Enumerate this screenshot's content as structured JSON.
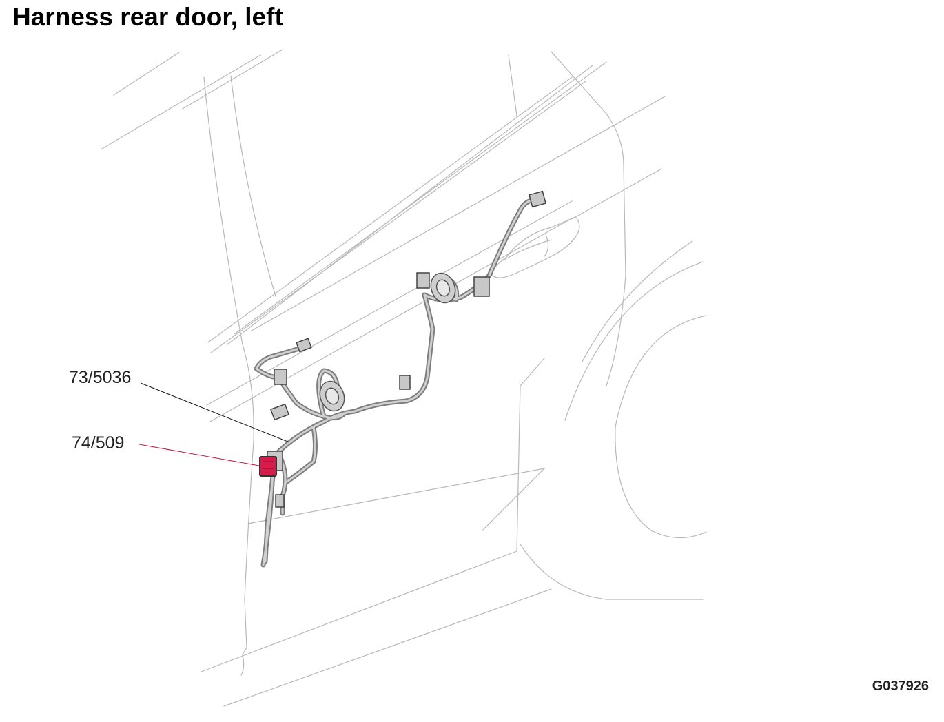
{
  "title": "Harness rear door, left",
  "callouts": [
    {
      "id": "callout-73-5036",
      "label": "73/5036"
    },
    {
      "id": "callout-74-509",
      "label": "74/509"
    }
  ],
  "figure_code": "G037926",
  "colors": {
    "outline": "#b8b8b8",
    "harness": "#7d7d7d",
    "harness_fill": "#c4c4c4",
    "highlight": "#d81b4b",
    "leader_black": "#111111",
    "leader_red": "#c2183f"
  }
}
